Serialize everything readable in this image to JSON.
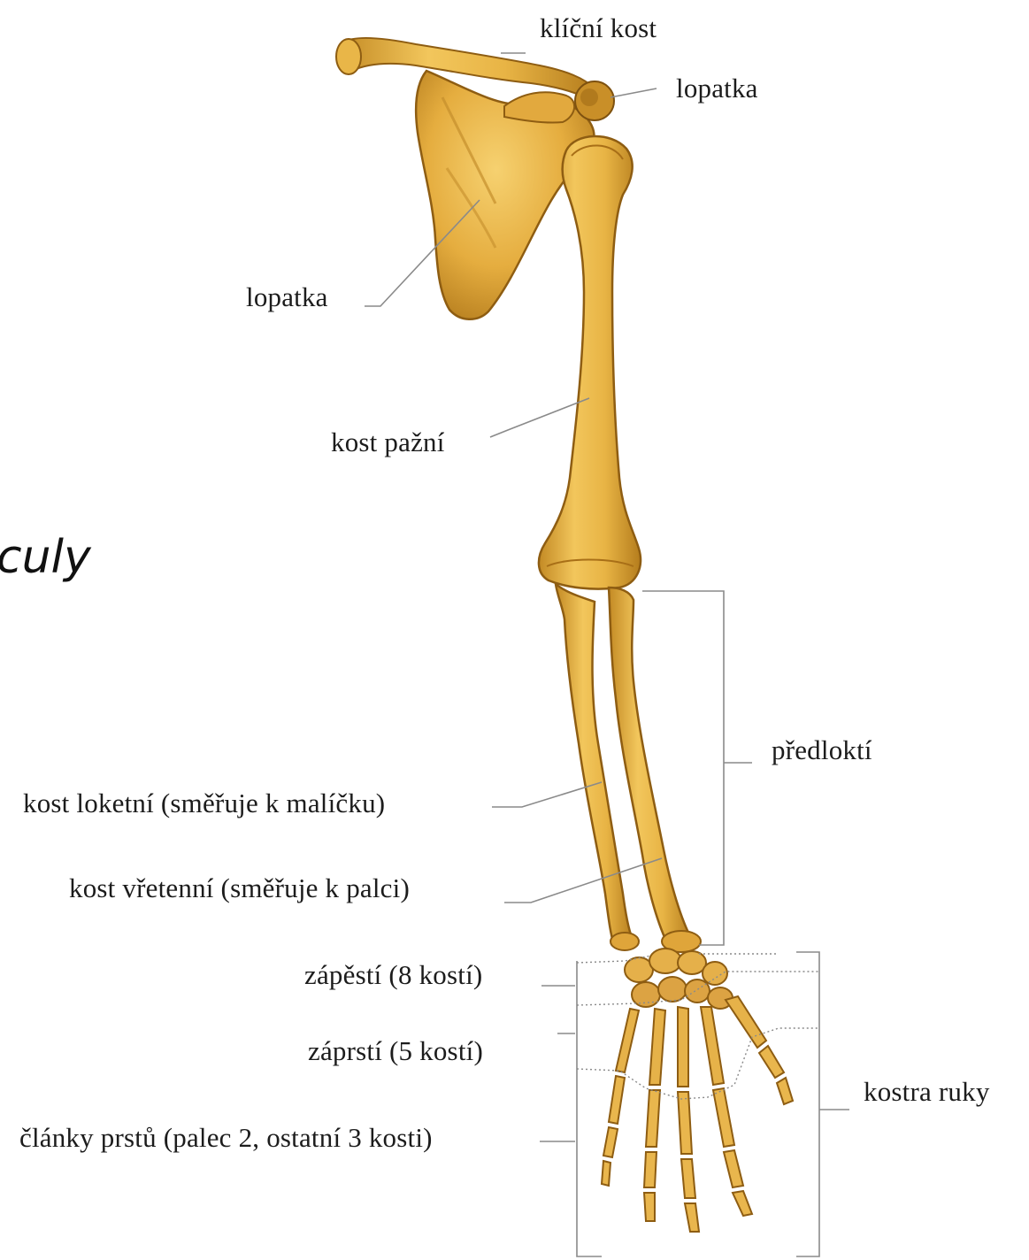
{
  "fragment_text": "culy",
  "labels": {
    "klicni_kost": "klíční kost",
    "lopatka_top": "lopatka",
    "lopatka_left": "lopatka",
    "kost_pazni": "kost pažní",
    "predlokti": "předloktí",
    "kost_loketni": "kost loketní (směřuje k malíčku)",
    "kost_vretenni": "kost vřetenní (směřuje k palci)",
    "zapesti": "zápěstí (8 kostí)",
    "zaprsti": "záprstí (5 kostí)",
    "clanky_prstu": "články prstů (palec 2, ostatní 3 kosti)",
    "kostra_ruky": "kostra ruky"
  },
  "colors": {
    "bone_light": "#f0c256",
    "bone_mid": "#dba235",
    "bone_dark": "#b27a1c",
    "bone_outline": "#8e5d12",
    "leader_line": "#8a8a8a",
    "text": "#1c1c1c"
  }
}
